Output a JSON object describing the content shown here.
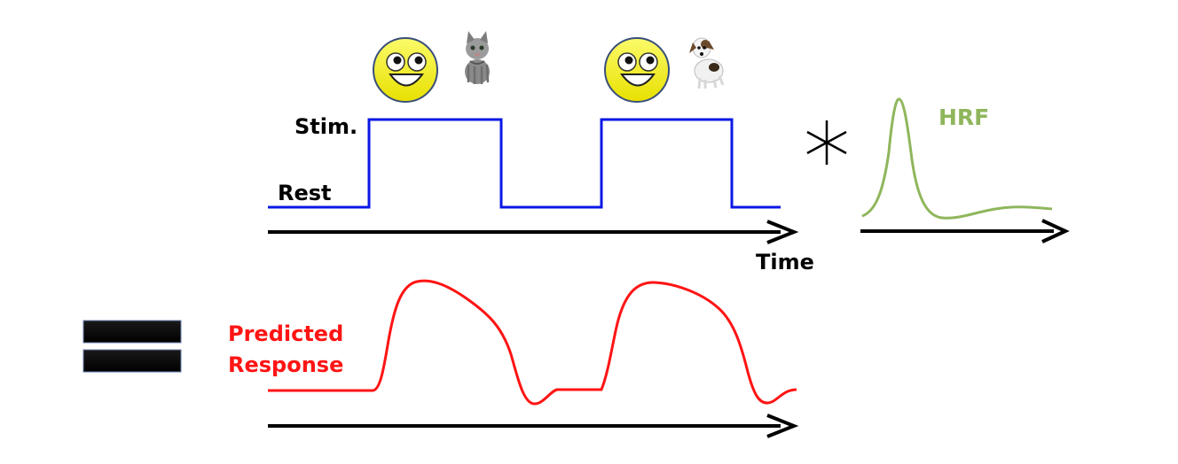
{
  "colors": {
    "stimulus": "#0a18e6",
    "hrf": "#8fb65c",
    "predicted": "#ff1414",
    "axis": "#000000",
    "smiley_face": "#f6f20c",
    "smiley_outline": "#3a4f7a",
    "equals": "#000000"
  },
  "icons": {
    "stimulus_1": [
      "smiley-face-icon",
      "kitten-icon"
    ],
    "stimulus_2": [
      "smiley-face-icon",
      "dog-icon"
    ],
    "convolution": "asterisk-convolution-icon",
    "equals": "equals-sign-icon"
  },
  "labels": {
    "stim": "Stim.",
    "rest": "Rest",
    "time": "Time",
    "hrf": "HRF",
    "predicted_line1": "Predicted",
    "predicted_line2": "Response"
  }
}
